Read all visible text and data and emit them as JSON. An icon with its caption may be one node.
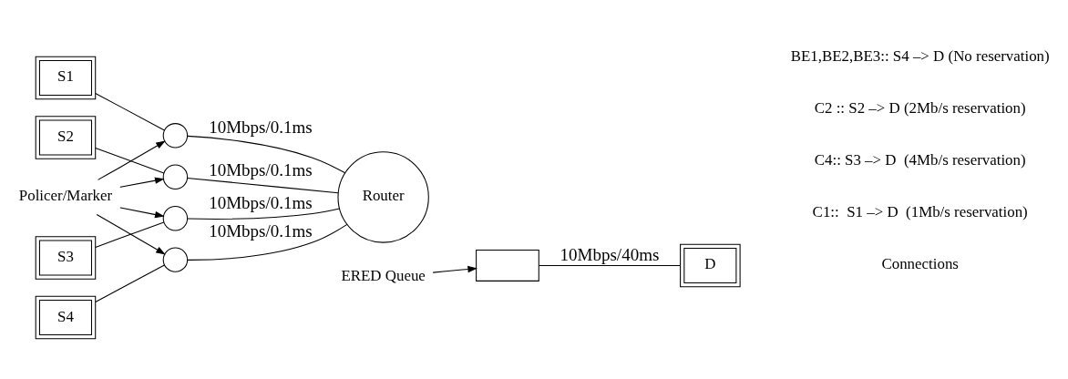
{
  "diagram": {
    "nodes": [
      {
        "text": [
          "S1"
        ]
      },
      {
        "text": [
          "S2"
        ]
      },
      {
        "text": [
          "S3"
        ]
      },
      {
        "text": [
          "S4"
        ]
      },
      {
        "text": [],
        "shape": "circle"
      },
      {
        "text": [],
        "shape": "circle"
      },
      {
        "text": [],
        "shape": "circle"
      },
      {
        "text": [],
        "shape": "circle"
      },
      {
        "text": [
          "Router"
        ]
      },
      {
        "text": [],
        "shape": "box"
      },
      {
        "text": [
          "D"
        ]
      },
      {
        "text": [
          "Policer/Marker"
        ]
      },
      {
        "text": [
          "ERED Queue"
        ]
      }
    ],
    "edges": [
      {
        "from": 0,
        "to": 4,
        "arrow": "none"
      },
      {
        "from": 1,
        "to": 5,
        "arrow": "none"
      },
      {
        "from": 2,
        "to": 6,
        "arrow": "none"
      },
      {
        "from": 3,
        "to": 7,
        "arrow": "none"
      },
      {
        "from": 4,
        "to": 8,
        "arrow": "none",
        "label": "10Mbps/0.1ms"
      },
      {
        "from": 5,
        "to": 8,
        "arrow": "none",
        "label": "10Mbps/0.1ms"
      },
      {
        "from": 6,
        "to": 8,
        "arrow": "none",
        "label": "10Mbps/0.1ms"
      },
      {
        "from": 7,
        "to": 8,
        "arrow": "none",
        "label": "10Mbps/0.1ms"
      },
      {
        "from": 9,
        "to": 10,
        "arrow": "none",
        "label": "10Mbps/40ms"
      },
      {
        "from": 11,
        "to": 4,
        "arrow": "to"
      },
      {
        "from": 11,
        "to": 5,
        "arrow": "to"
      },
      {
        "from": 11,
        "to": 6,
        "arrow": "to"
      },
      {
        "from": 11,
        "to": 7,
        "arrow": "to"
      },
      {
        "from": 12,
        "to": 9,
        "arrow": "to"
      }
    ],
    "labels": [
      "Connections",
      "C1::  S1 –> D  (1Mb/s reservation)",
      "C4:: S3 –> D  (4Mb/s reservation)",
      "C2 :: S2 –> D (2Mb/s reservation)",
      "BE1,BE2,BE3:: S4 –> D (No reservation)"
    ]
  }
}
